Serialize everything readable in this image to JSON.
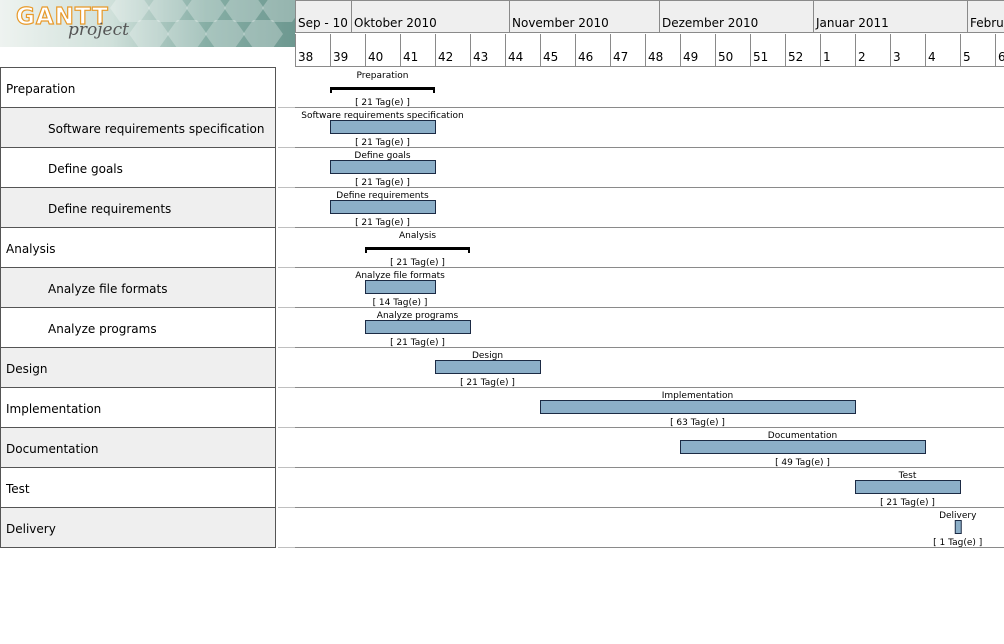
{
  "logo": {
    "gantt_word": "GANTT",
    "project_word": "project"
  },
  "months": [
    {
      "label": "Sep - 10",
      "week_start": 0,
      "weeks": 1.6
    },
    {
      "label": "Oktober 2010",
      "week_start": 1.6,
      "weeks": 4.5
    },
    {
      "label": "November 2010",
      "week_start": 6.1,
      "weeks": 4.3
    },
    {
      "label": "Dezember 2010",
      "week_start": 10.4,
      "weeks": 4.4
    },
    {
      "label": "Januar 2011",
      "week_start": 14.8,
      "weeks": 4.4
    },
    {
      "label": "Februa",
      "week_start": 19.2,
      "weeks": 2
    }
  ],
  "weeks": [
    "38",
    "39",
    "40",
    "41",
    "42",
    "43",
    "44",
    "45",
    "46",
    "47",
    "48",
    "49",
    "50",
    "51",
    "52",
    "1",
    "2",
    "3",
    "4",
    "5",
    "6"
  ],
  "tasks": [
    {
      "name": "Preparation",
      "indent": false,
      "alt": false,
      "type": "summary",
      "start": 1,
      "duration_weeks": 3,
      "label": "Preparation",
      "duration": "[ 21 Tag(e) ]"
    },
    {
      "name": "Software requirements specification",
      "indent": true,
      "alt": true,
      "type": "task",
      "start": 1,
      "duration_weeks": 3,
      "label": "Software requirements specification",
      "duration": "[ 21 Tag(e) ]"
    },
    {
      "name": "Define goals",
      "indent": true,
      "alt": false,
      "type": "task",
      "start": 1,
      "duration_weeks": 3,
      "label": "Define goals",
      "duration": "[ 21 Tag(e) ]"
    },
    {
      "name": "Define requirements",
      "indent": true,
      "alt": true,
      "type": "task",
      "start": 1,
      "duration_weeks": 3,
      "label": "Define requirements",
      "duration": "[ 21 Tag(e) ]"
    },
    {
      "name": "Analysis",
      "indent": false,
      "alt": false,
      "type": "summary",
      "start": 2,
      "duration_weeks": 3,
      "label": "Analysis",
      "duration": "[ 21 Tag(e) ]"
    },
    {
      "name": "Analyze file formats",
      "indent": true,
      "alt": true,
      "type": "task",
      "start": 2,
      "duration_weeks": 2,
      "label": "Analyze file formats",
      "duration": "[ 14 Tag(e) ]"
    },
    {
      "name": "Analyze programs",
      "indent": true,
      "alt": false,
      "type": "task",
      "start": 2,
      "duration_weeks": 3,
      "label": "Analyze programs",
      "duration": "[ 21 Tag(e) ]"
    },
    {
      "name": "Design",
      "indent": false,
      "alt": true,
      "type": "task",
      "start": 4,
      "duration_weeks": 3,
      "label": "Design",
      "duration": "[ 21 Tag(e) ]"
    },
    {
      "name": "Implementation",
      "indent": false,
      "alt": false,
      "type": "task",
      "start": 7,
      "duration_weeks": 9,
      "label": "Implementation",
      "duration": "[ 63 Tag(e) ]"
    },
    {
      "name": "Documentation",
      "indent": false,
      "alt": true,
      "type": "task",
      "start": 11,
      "duration_weeks": 7,
      "label": "Documentation",
      "duration": "[ 49 Tag(e) ]"
    },
    {
      "name": "Test",
      "indent": false,
      "alt": false,
      "type": "task",
      "start": 16,
      "duration_weeks": 3,
      "label": "Test",
      "duration": "[ 21 Tag(e) ]"
    },
    {
      "name": "Delivery",
      "indent": false,
      "alt": true,
      "type": "task",
      "start": 18.85,
      "duration_weeks": 0.15,
      "label": "Delivery",
      "duration": "[ 1 Tag(e) ]"
    }
  ],
  "colors": {
    "task_bar": "#8cafc8",
    "task_bar_border": "#1b2a44",
    "summary_bar": "#000000",
    "row_line": "#8a8a8a",
    "header_bg": "#efefef",
    "alt_row_bg": "#efefef"
  }
}
